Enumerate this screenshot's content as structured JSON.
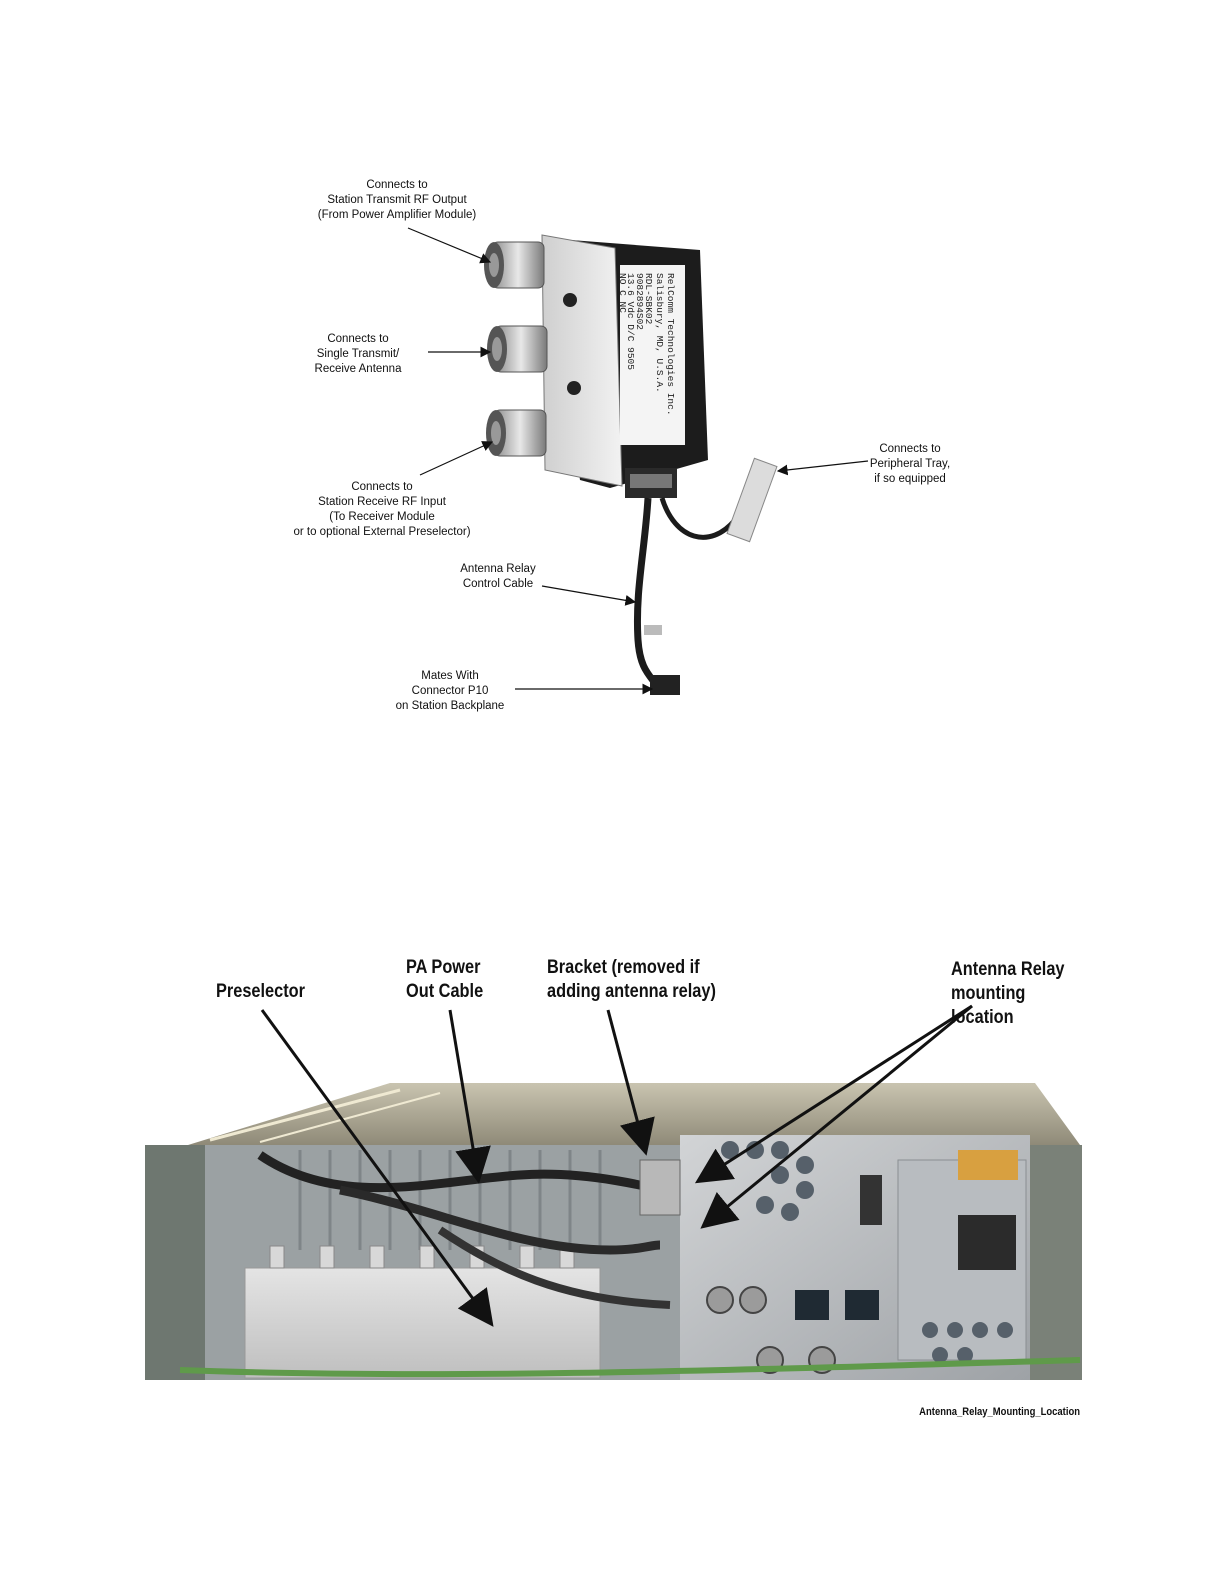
{
  "figure1": {
    "callouts": {
      "tx_output": [
        "Connects to",
        "Station Transmit RF Output",
        "(From Power Amplifier Module)"
      ],
      "antenna": [
        "Connects to",
        "Single Transmit/",
        "Receive Antenna"
      ],
      "rx_input": [
        "Connects to",
        "Station Receive RF Input",
        "(To Receiver Module",
        "or to optional External Preselector)"
      ],
      "peripheral": [
        "Connects to",
        "Peripheral Tray,",
        "if so equipped"
      ],
      "control_cable": [
        "Antenna Relay",
        "Control Cable"
      ],
      "p10": [
        "Mates With",
        "Connector P10",
        "on Station Backplane"
      ]
    },
    "relay_label": {
      "brand": "RelComm Technologies Inc.",
      "location": "Salisbury, MD, U.S.A.",
      "line1": "RDL-SBK02",
      "line2": "9082894S02",
      "line3": "13.6 Vdc  D/C  9505",
      "line4": "NO       C       NC"
    }
  },
  "figure2": {
    "callouts": {
      "preselector": "Preselector",
      "pa_cable": [
        "PA Power",
        "Out Cable"
      ],
      "bracket": [
        "Bracket (removed if",
        "adding antenna relay)"
      ],
      "relay_location": [
        "Antenna Relay",
        "mounting location"
      ]
    },
    "caption": "Antenna_Relay_Mounting_Location"
  }
}
